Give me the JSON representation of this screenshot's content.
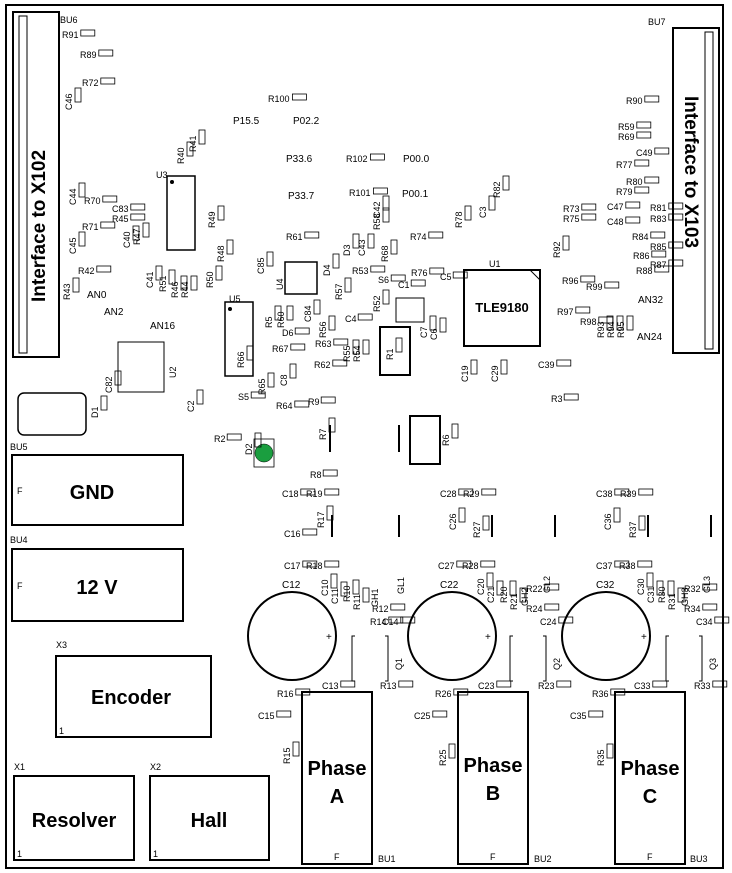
{
  "connectors": {
    "bu6": {
      "ref": "BU6",
      "label": "Interface to X102"
    },
    "bu7": {
      "ref": "BU7",
      "label": "Interface to X103"
    },
    "bu5": {
      "ref": "BU5",
      "label": "GND",
      "pin": "F"
    },
    "bu4": {
      "ref": "BU4",
      "label": "12 V",
      "pin": "F"
    },
    "x3": {
      "ref": "X3",
      "label": "Encoder",
      "pin": "1"
    },
    "x1": {
      "ref": "X1",
      "label": "Resolver",
      "pin": "1"
    },
    "x2": {
      "ref": "X2",
      "label": "Hall",
      "pin": "1"
    },
    "bu1": {
      "ref": "BU1",
      "line1": "Phase",
      "line2": "A",
      "pin": "F"
    },
    "bu2": {
      "ref": "BU2",
      "line1": "Phase",
      "line2": "B",
      "pin": "F"
    },
    "bu3": {
      "ref": "BU3",
      "line1": "Phase",
      "line2": "C",
      "pin": "F"
    }
  },
  "ics": {
    "u1": {
      "ref": "U1",
      "label": "TLE9180"
    },
    "u2": "U2",
    "u3": "U3",
    "u4": "U4",
    "u5": "U5"
  },
  "testpoints": [
    "P15.5",
    "P02.2",
    "P33.6",
    "P00.0",
    "P33.7",
    "P00.1",
    "AN0",
    "AN2",
    "AN16",
    "AN32",
    "AN24"
  ],
  "phase_labels": {
    "a": {
      "cap": "C12",
      "q": "Q1",
      "gh": "GH1",
      "gl": "GL1"
    },
    "b": {
      "cap": "C22",
      "q": "Q2",
      "gh": "GH2",
      "gl": "GL2"
    },
    "c": {
      "cap": "C32",
      "q": "Q3",
      "gh": "GH3",
      "gl": "GL3"
    }
  },
  "designators": [
    "R91",
    "R89",
    "R72",
    "C46",
    "R100",
    "R102",
    "R101",
    "R90",
    "R59",
    "R69",
    "C49",
    "R77",
    "R80",
    "R79",
    "R81",
    "R83",
    "C47",
    "R73",
    "R75",
    "C48",
    "R84",
    "R85",
    "R86",
    "R87",
    "R88",
    "R96",
    "R99",
    "R97",
    "R98",
    "R93",
    "R94",
    "R95",
    "R92",
    "R82",
    "C3",
    "R78",
    "R74",
    "R76",
    "C5",
    "C1",
    "S6",
    "R52",
    "D3",
    "C43",
    "R53",
    "R58",
    "R68",
    "C42",
    "R61",
    "D4",
    "C85",
    "R57",
    "C4",
    "R55",
    "R54",
    "R56",
    "C44",
    "R70",
    "R71",
    "C45",
    "C83",
    "R45",
    "C40",
    "R47",
    "C41",
    "R51",
    "R46",
    "R44",
    "R49",
    "R48",
    "R40",
    "R41",
    "R50",
    "R43",
    "R42",
    "R5",
    "R60",
    "C84",
    "D6",
    "R67",
    "R66",
    "R63",
    "R62",
    "C8",
    "R65",
    "R64",
    "R9",
    "S5",
    "C82",
    "D1",
    "C2",
    "R2",
    "D2",
    "R7",
    "R8",
    "R3",
    "R6",
    "C19",
    "C29",
    "C39",
    "C6",
    "C7",
    "R1",
    "C18",
    "R19",
    "R17",
    "C16",
    "C17",
    "R18",
    "C10",
    "C11",
    "R10",
    "R11",
    "R12",
    "R14",
    "C14",
    "C13",
    "R13",
    "R16",
    "C15",
    "R15",
    "C28",
    "R29",
    "C26",
    "R27",
    "C27",
    "R28",
    "C20",
    "C21",
    "R20",
    "R21",
    "R22",
    "R24",
    "C24",
    "C23",
    "R23",
    "R26",
    "C25",
    "R25",
    "C38",
    "R39",
    "C36",
    "R37",
    "C37",
    "R38",
    "C30",
    "C31",
    "R30",
    "R31",
    "R32",
    "R34",
    "C34",
    "C33",
    "R33",
    "R36",
    "C35",
    "R35"
  ],
  "colors": {
    "led": "#1a9e3f",
    "ink": "#000000",
    "board": "#ffffff"
  }
}
